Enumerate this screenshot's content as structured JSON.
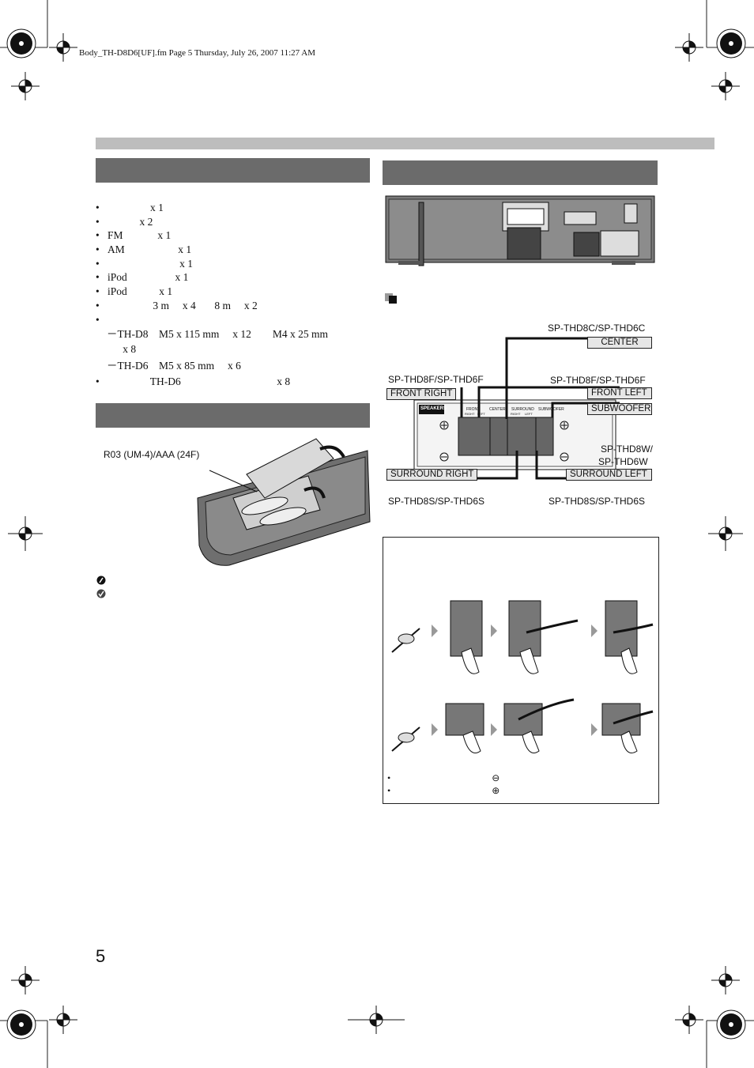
{
  "header": {
    "file_info": "Body_TH-D8D6[UF].fm  Page 5  Thursday, July 26, 2007  11:27 AM"
  },
  "accessories": {
    "items": [
      {
        "bullet": "•",
        "text": "                x 1"
      },
      {
        "bullet": "•",
        "text": "            x 2"
      },
      {
        "bullet": "•",
        "text": "FM             x 1"
      },
      {
        "bullet": "•",
        "text": "AM                    x 1"
      },
      {
        "bullet": "•",
        "text": "                           x 1"
      },
      {
        "bullet": "•",
        "text": "iPod                  x 1"
      },
      {
        "bullet": "•",
        "text": "iPod            x 1"
      },
      {
        "bullet": "•",
        "text": "                 3 m     x 4       8 m     x 2"
      },
      {
        "bullet": "•",
        "text": ""
      },
      {
        "bullet": "",
        "text": "－TH-D8    M5 x 115 mm     x 12        M4 x 25 mm"
      },
      {
        "bullet": "",
        "text": "      x 8"
      },
      {
        "bullet": "",
        "text": "－TH-D6    M5 x 85 mm     x 6"
      },
      {
        "bullet": "•",
        "text": "                TH-D6                                    x 8"
      }
    ]
  },
  "battery": {
    "label": "R03 (UM-4)/AAA (24F)"
  },
  "speakers": {
    "labels": {
      "center_model": "SP-THD8C/SP-THD6C",
      "center": "CENTER",
      "fr_model": "SP-THD8F/SP-THD6F",
      "fl_model": "SP-THD8F/SP-THD6F",
      "front_right": "FRONT RIGHT",
      "front_left": "FRONT LEFT",
      "subwoofer": "SUBWOOFER",
      "sub_model_1": "SP-THD8W/",
      "sub_model_2": "SP-THD6W",
      "surround_right": "SURROUND RIGHT",
      "surround_left": "SURROUND LEFT",
      "sr_model": "SP-THD8S/SP-THD6S",
      "sl_model": "SP-THD8S/SP-THD6S",
      "panel_speakers": "SPEAKERS",
      "panel_front": "FRONT",
      "panel_center": "CENTER",
      "panel_surround": "SURROUND",
      "panel_subwoofer": "SUBWOOFER",
      "panel_right": "RIGHT",
      "panel_left": "LEFT",
      "panel_right2": "RIGHT",
      "panel_left2": "LEFT"
    }
  },
  "notes": {
    "minus": "⊖",
    "plus": "⊕",
    "bullet": "•"
  },
  "page": {
    "number": "5"
  }
}
